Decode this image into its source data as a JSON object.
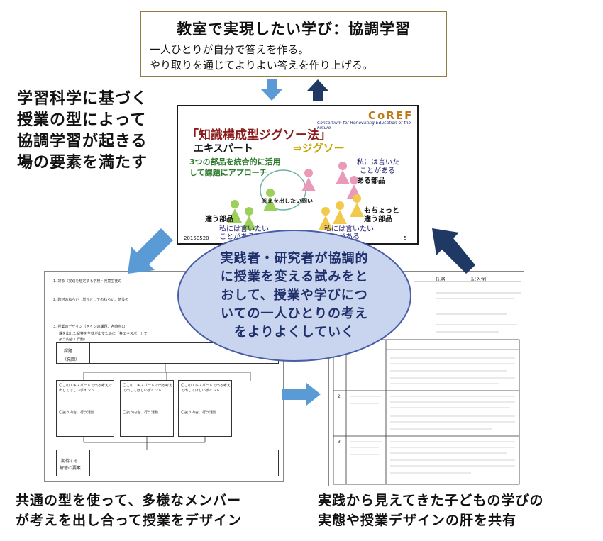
{
  "top_box": {
    "title": "教室で実現したい学び：協調学習",
    "line1": "一人ひとりが自分で答えを作る。",
    "line2": "やり取りを通じてよりよい答えを作り上げる。"
  },
  "left_text": {
    "lines": [
      "学習科学に基づく",
      "授業の型によって",
      "協調学習が起きる",
      "場の要素を満たす"
    ]
  },
  "slide": {
    "logo": "CoREF",
    "consortium": "Consortium for Renovating Education of the Future",
    "title": "「知識構成型ジグソー法」",
    "expert": "エキスパート",
    "jigsaw": "⇒ジグソー",
    "desc1": "3つの部品を統合的に活用",
    "desc2": "して課題にアプローチ",
    "bubble_top": "私には言いた",
    "bubble_top2": "ことがある",
    "part_label": "ある部品",
    "center_q": "答えを出したい問い",
    "left_part": "違う部品",
    "bubble_left": "私には言いたい",
    "bubble_left2": "ことがある",
    "right_part1": "もちょっと",
    "right_part2": "違う部品",
    "bubble_right": "私には言いたい",
    "bubble_right2": "ことがある",
    "date": "20150520",
    "page": "5"
  },
  "center": {
    "lines": [
      "実践者・研究者が協調的",
      "に授業を変える試みをと",
      "おして、授業や学びにつ",
      "いての一人ひとりの考え",
      "をよりよくしていく"
    ]
  },
  "doc_left": {
    "line1": "1. 対象（実践を想定する学校・児童生徒の",
    "line2": "2. 教材のねらい（単元としてのねらい、前後の",
    "line3": "3. 授業のデザイン（メインの課題、各時点の",
    "line4": "課を出した解答を生徒が出すために「各エキスパートで",
    "line5": "扱う内容・行動）",
    "task_label": "課題",
    "task_sub": "（発問）",
    "expert_box": "〇このエキスパートで出る考えで出してほしいポイント",
    "activity": "〇扱う内容、行う活動",
    "expect1": "期待する",
    "expect2": "解答の要素"
  },
  "doc_right": {
    "header1": "氏名",
    "header2": "記入例"
  },
  "bottom_left": {
    "line1": "共通の型を使って、多様なメンバー",
    "line2": "が考えを出し合って授業をデザイン"
  },
  "bottom_right": {
    "line1": "実践から見えてきた子どもの学びの",
    "line2": "実態や授業デザインの肝を共有"
  },
  "colors": {
    "arrow_light": "#5b9bd5",
    "arrow_dark": "#1f3864",
    "ellipse_fill": "#c9d5ee",
    "ellipse_stroke": "#4a5ea8",
    "center_text": "#1f2f6b"
  }
}
